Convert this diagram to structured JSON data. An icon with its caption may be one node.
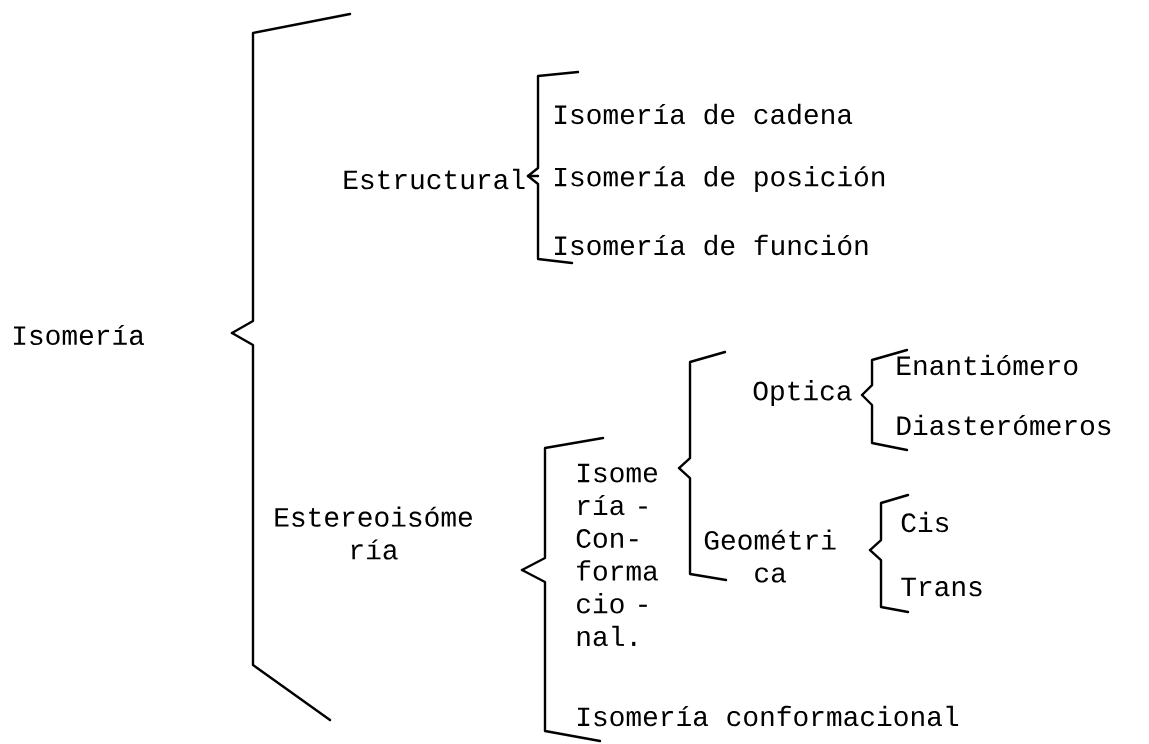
{
  "diagram": {
    "nodes": [
      {
        "text": [
          "Isomería"
        ]
      },
      {
        "text": [
          "Estructural"
        ]
      },
      {
        "text": [
          "Isomería de cadena"
        ]
      },
      {
        "text": [
          "Isomería de posición"
        ]
      },
      {
        "text": [
          "Isomería de función"
        ]
      },
      {
        "text": [
          "Estereoisóme ría"
        ]
      },
      {
        "text": [
          "Isome ría - Con- forma cio - nal."
        ]
      },
      {
        "text": [
          "Isomería conformacional"
        ]
      },
      {
        "text": [
          "Optica"
        ]
      },
      {
        "text": [
          "Geométri ca"
        ]
      },
      {
        "text": [
          "Enantiómero"
        ]
      },
      {
        "text": [
          "Diasterómeros"
        ]
      },
      {
        "text": [
          "Cis"
        ]
      },
      {
        "text": [
          "Trans"
        ]
      }
    ],
    "edges": [
      {
        "from": 0,
        "to": 1,
        "arrow": "none"
      },
      {
        "from": 0,
        "to": 5,
        "arrow": "none"
      },
      {
        "from": 1,
        "to": 2,
        "arrow": "none"
      },
      {
        "from": 1,
        "to": 3,
        "arrow": "none"
      },
      {
        "from": 1,
        "to": 4,
        "arrow": "none"
      },
      {
        "from": 5,
        "to": 6,
        "arrow": "none"
      },
      {
        "from": 5,
        "to": 7,
        "arrow": "none"
      },
      {
        "from": 6,
        "to": 8,
        "arrow": "none"
      },
      {
        "from": 6,
        "to": 9,
        "arrow": "none"
      },
      {
        "from": 8,
        "to": 10,
        "arrow": "none"
      },
      {
        "from": 8,
        "to": 11,
        "arrow": "none"
      },
      {
        "from": 9,
        "to": 12,
        "arrow": "none"
      },
      {
        "from": 9,
        "to": 13,
        "arrow": "none"
      }
    ]
  }
}
